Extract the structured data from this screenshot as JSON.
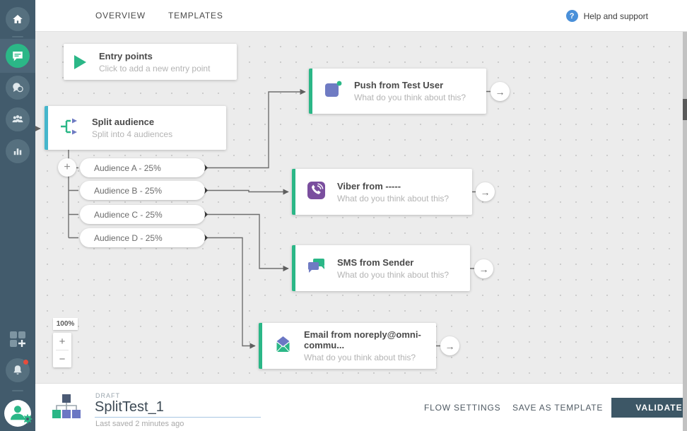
{
  "topbar": {
    "tabs": [
      {
        "label": "OVERVIEW"
      },
      {
        "label": "TEMPLATES"
      }
    ],
    "help": {
      "label": "Help and support",
      "glyph": "?"
    }
  },
  "sidebar": {
    "items": [
      {
        "name": "home"
      },
      {
        "name": "communications",
        "active": true
      },
      {
        "name": "chat"
      },
      {
        "name": "audience"
      },
      {
        "name": "analytics"
      },
      {
        "name": "apps"
      },
      {
        "name": "notifications"
      },
      {
        "name": "profile"
      }
    ]
  },
  "canvas": {
    "entry": {
      "title": "Entry points",
      "subtitle": "Click to add a new entry point"
    },
    "split": {
      "title": "Split audience",
      "subtitle": "Split into 4 audiences"
    },
    "audiences": [
      {
        "label": "Audience A - 25%"
      },
      {
        "label": "Audience B - 25%"
      },
      {
        "label": "Audience C - 25%"
      },
      {
        "label": "Audience D - 25%"
      }
    ],
    "channels": [
      {
        "title": "Push from Test User",
        "subtitle": "What do you think about this?",
        "icon": "push-icon"
      },
      {
        "title": "Viber from -----",
        "subtitle": "What do you think about this?",
        "icon": "viber-icon"
      },
      {
        "title": "SMS from Sender",
        "subtitle": "What do you think about this?",
        "icon": "sms-icon"
      },
      {
        "title": "Email from noreply@omni-commu...",
        "subtitle": "What do you think about this?",
        "icon": "email-icon"
      }
    ],
    "add_button": "+",
    "go_arrow": "→",
    "zoom": {
      "level": "100%",
      "plus": "+",
      "minus": "−"
    }
  },
  "footer": {
    "status": "DRAFT",
    "flow_name": "SplitTest_1",
    "last_saved": "Last saved 2 minutes ago",
    "buttons": [
      {
        "label": "FLOW SETTINGS"
      },
      {
        "label": "SAVE AS TEMPLATE"
      },
      {
        "label": "VALIDATE"
      }
    ]
  },
  "colors": {
    "accent_green": "#2bb787",
    "accent_cyan": "#45b6cc",
    "accent_purple": "#6f7bc3",
    "viber_purple": "#7a4e9e",
    "sidebar_bg": "#425b6c",
    "validate_bg": "#3d5766",
    "help_blue": "#4a90d9",
    "notification_red": "#e64c3c"
  }
}
